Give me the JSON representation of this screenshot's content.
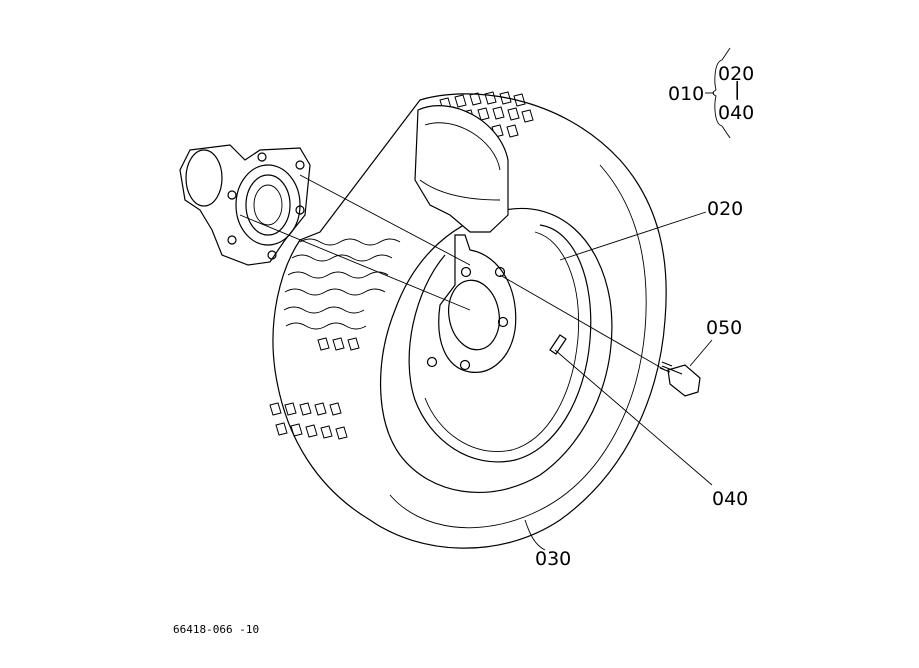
{
  "labels": {
    "assembly": "010",
    "range_from": "020",
    "range_to": "040",
    "part_020": "020",
    "part_030": "030",
    "part_040": "040",
    "part_050": "050"
  },
  "footer": {
    "drawing_number": "66418-066 -10"
  },
  "icons": [
    "hub-flange",
    "tire",
    "wheel-rim",
    "bolt"
  ]
}
